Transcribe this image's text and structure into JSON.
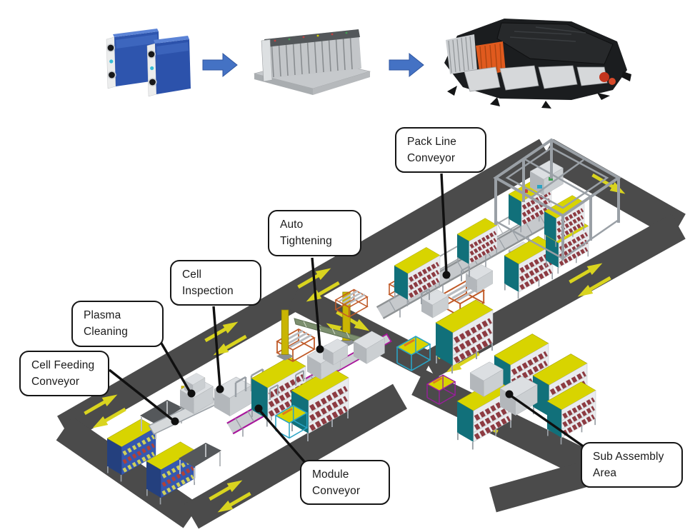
{
  "process_flow": {
    "steps": [
      {
        "icon": "battery-cells-photo"
      },
      {
        "icon": "flow-arrow-right-icon"
      },
      {
        "icon": "battery-module-photo"
      },
      {
        "icon": "flow-arrow-right-icon"
      },
      {
        "icon": "battery-pack-photo"
      }
    ]
  },
  "callouts": {
    "pack_line_conveyor": {
      "line1": "Pack Line",
      "line2": "Conveyor"
    },
    "auto_tightening": {
      "line1": "Auto",
      "line2": "Tightening"
    },
    "cell_inspection": {
      "line1": "Cell",
      "line2": "Inspection"
    },
    "plasma_cleaning": {
      "line1": "Plasma",
      "line2": "Cleaning"
    },
    "cell_feeding_conveyor": {
      "line1": "Cell Feeding",
      "line2": "Conveyor"
    },
    "module_conveyor": {
      "line1": "Module",
      "line2": "Conveyor"
    },
    "sub_assembly_area": {
      "line1": "Sub Assembly",
      "line2": "Area"
    }
  },
  "colors": {
    "road": "#4b4b4b",
    "lane_arrow": "#d9d41f",
    "rack_body_teal": "#11707a",
    "rack_body_blue": "#2b4a9e",
    "rack_top_yellow": "#d8d400",
    "rack_items_red": "#8d3b42",
    "machine_gray": "#cbcfd2",
    "conveyor_rail_magenta": "#a8169b",
    "gantry_frame_gray": "#9aa0a6",
    "flow_arrow_blue": "#4472c4",
    "cell_blue": "#2e55ae",
    "pack_body_black": "#1b1d1f",
    "pack_module_gray": "#d6d8da",
    "pack_accent_orange": "#e05a1e",
    "callout_border": "#161616"
  }
}
